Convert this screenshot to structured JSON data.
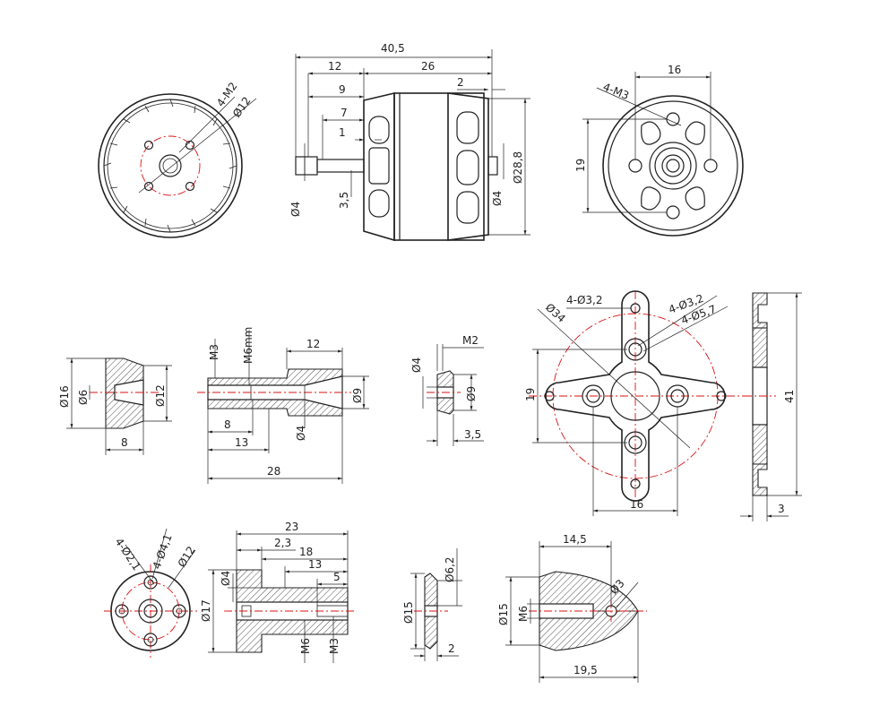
{
  "colors": {
    "line": "#222222",
    "centerline": "#dd1111",
    "background": "#ffffff"
  },
  "views": {
    "motor_front": {
      "hole_spec": "4-M2",
      "hole_circle": "Ø12"
    },
    "motor_side": {
      "overall_length": "40,5",
      "len_12": "12",
      "len_26": "26",
      "len_9": "9",
      "len_7": "7",
      "len_2": "2",
      "len_1": "1",
      "shaft_dia_front": "Ø4",
      "dim_3_5": "3,5",
      "shaft_dia_rear": "Ø4",
      "body_dia": "Ø28,8"
    },
    "motor_rear": {
      "hole_spec": "4-M3",
      "width_16": "16",
      "height_19": "19"
    },
    "adapter": {
      "dia_16": "Ø16",
      "dia_6": "Ø6",
      "dia_12": "Ø12",
      "len_8": "8"
    },
    "shaft_adapter": {
      "thread_m3": "M3",
      "thread_m6": "M6mm",
      "len_12": "12",
      "dia_9": "Ø9",
      "len_8": "8",
      "len_13": "13",
      "len_28": "28",
      "dia_4": "Ø4"
    },
    "collet": {
      "dia_4": "Ø4",
      "thread_m2": "M2",
      "dia_9": "Ø9",
      "len_3_5": "3,5"
    },
    "cross_mount": {
      "holes_3_2": "4-Ø3,2",
      "holes_3_2b": "4-Ø3,2",
      "holes_5_7": "4-Ø5,7",
      "dia_34": "Ø34",
      "spacing_19": "19",
      "spacing_16": "16"
    },
    "mount_side": {
      "height_41": "41",
      "thick_3": "3"
    },
    "prop_hub": {
      "holes_2_1": "4-Ø2,1",
      "holes_4_1": "4-Ø4,1",
      "dia_12": "Ø12"
    },
    "prop_hub_side": {
      "len_23": "23",
      "len_2_3": "2,3",
      "len_18": "18",
      "len_13": "13",
      "len_5": "5",
      "dia_4": "Ø4",
      "dia_17": "Ø17",
      "thread_m6": "M6",
      "thread_m3": "M3"
    },
    "washer": {
      "dia_6_2": "Ø6,2",
      "dia_15": "Ø15",
      "thick_2": "2"
    },
    "spinner": {
      "len_14_5": "14,5",
      "dia_3": "Ø3",
      "dia_15": "Ø15",
      "thread_m6": "M6",
      "len_19_5": "19,5"
    }
  }
}
